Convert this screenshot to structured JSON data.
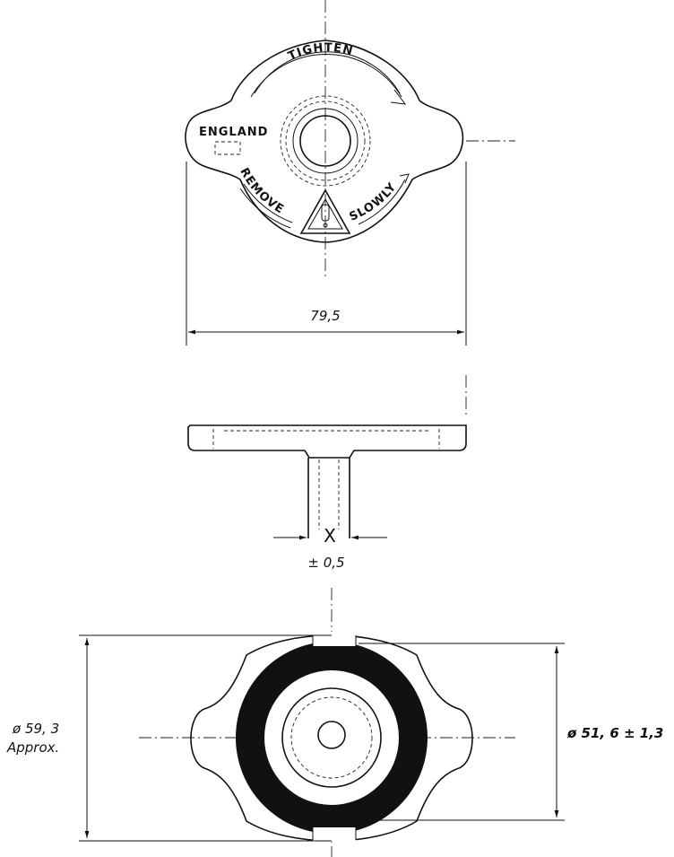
{
  "cap_markings": {
    "origin": "ENGLAND",
    "tighten": "TIGHTEN",
    "remove": "REMOVE",
    "slowly": "SLOWLY"
  },
  "dimensions": {
    "width": "79,5",
    "x_label": "X",
    "x_tolerance": "± 0,5",
    "outer_diameter": "ø 59, 3",
    "outer_diameter_note": "Approx.",
    "seal_diameter": "ø 51, 6 ± 1,3"
  }
}
